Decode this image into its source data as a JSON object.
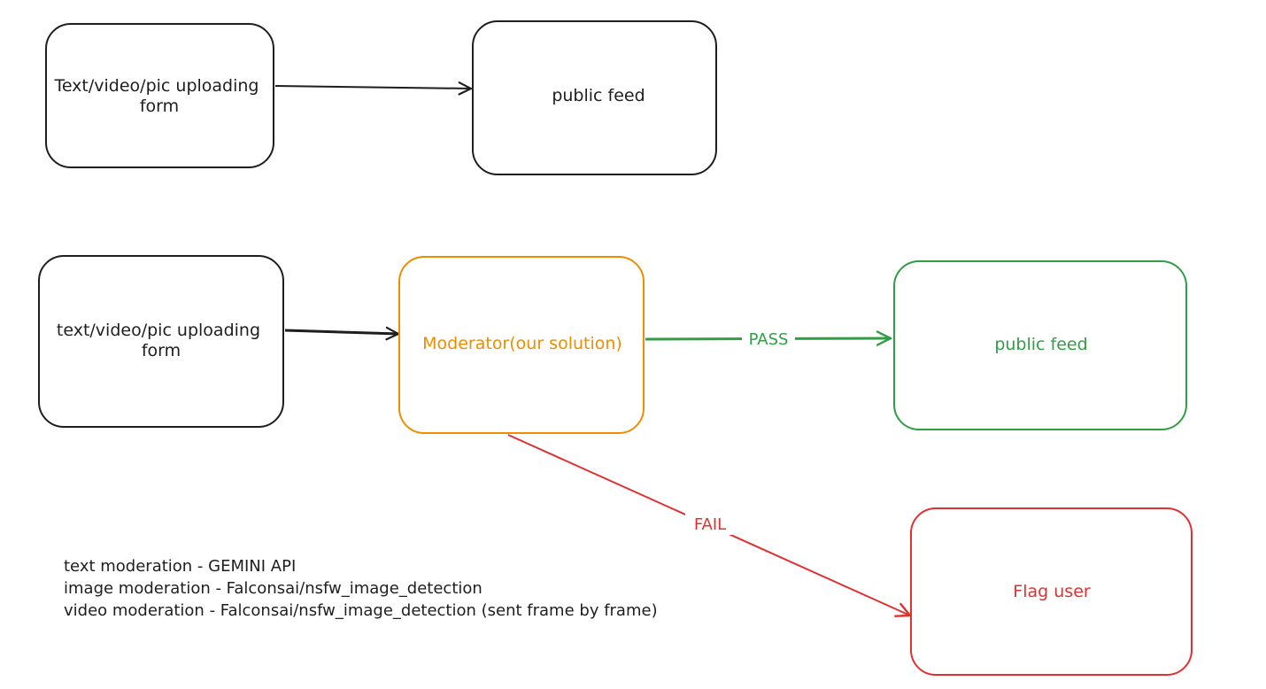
{
  "colors": {
    "ink": "#1e1e1e",
    "moderator": "#f08c00",
    "pass": "#2f9e44",
    "fail": "#e03131"
  },
  "diagram_top": {
    "upload_form": "Text/video/pic uploading form",
    "public_feed": "public feed"
  },
  "diagram_bottom": {
    "upload_form": "text/video/pic uploading form",
    "moderator": "Moderator(our solution)",
    "public_feed": "public feed",
    "flag_user": "Flag user",
    "pass_label": "PASS",
    "fail_label": "FAIL"
  },
  "notes": [
    "text moderation - GEMINI API",
    "image moderation - Falconsai/nsfw_image_detection",
    "video moderation - Falconsai/nsfw_image_detection (sent frame by frame)"
  ]
}
